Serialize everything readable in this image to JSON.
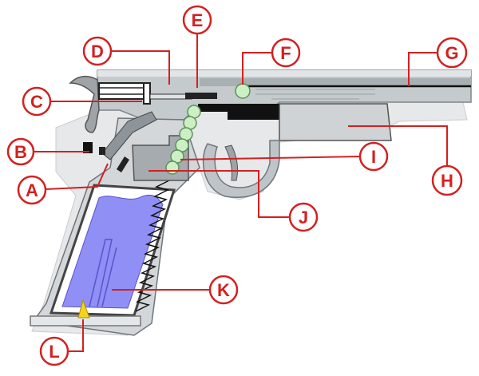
{
  "colors": {
    "callout": "#d42020",
    "callout_text": "#d42020",
    "steel": "#b9bec2",
    "steel_dark": "#8e959a",
    "steel_light": "#dde1e4",
    "black_part": "#111111",
    "magazine_fluid": "#8f8ff5",
    "cartridge": "#ccf0c4",
    "cartridge_edge": "#5e8f5e",
    "primer": "#f5d21e",
    "frame_gray": "#7d7d7d"
  },
  "callouts": [
    {
      "id": "a",
      "label": "A"
    },
    {
      "id": "b",
      "label": "B"
    },
    {
      "id": "c",
      "label": "C"
    },
    {
      "id": "d",
      "label": "D"
    },
    {
      "id": "e",
      "label": "E"
    },
    {
      "id": "f",
      "label": "F"
    },
    {
      "id": "g",
      "label": "G"
    },
    {
      "id": "h",
      "label": "H"
    },
    {
      "id": "i",
      "label": "I"
    },
    {
      "id": "j",
      "label": "J"
    },
    {
      "id": "k",
      "label": "K"
    },
    {
      "id": "l",
      "label": "L"
    }
  ]
}
